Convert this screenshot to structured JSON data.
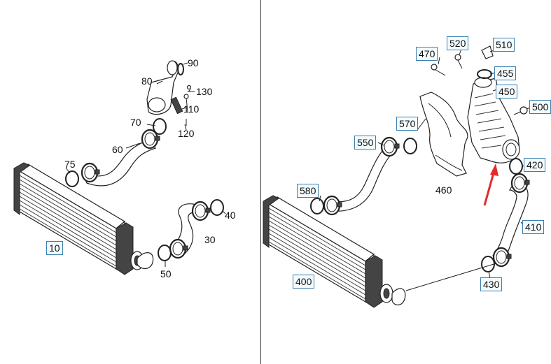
{
  "colors": {
    "arrow": "#e32b2b",
    "box_border": "#3a7fae",
    "line": "#222222"
  },
  "left_panel": {
    "labels": {
      "p10": "10",
      "p30": "30",
      "p40": "40",
      "p50": "50",
      "p60": "60",
      "p70": "70",
      "p75": "75",
      "p80": "80",
      "p90": "90",
      "p110": "110",
      "p120": "120",
      "p130": "130"
    }
  },
  "right_panel": {
    "labels": {
      "p400": "400",
      "p410": "410",
      "p420": "420",
      "p430": "430",
      "p450": "450",
      "p455": "455",
      "p460": "460",
      "p470": "470",
      "p500": "500",
      "p510": "510",
      "p520": "520",
      "p550": "550",
      "p570": "570",
      "p580": "580"
    }
  }
}
